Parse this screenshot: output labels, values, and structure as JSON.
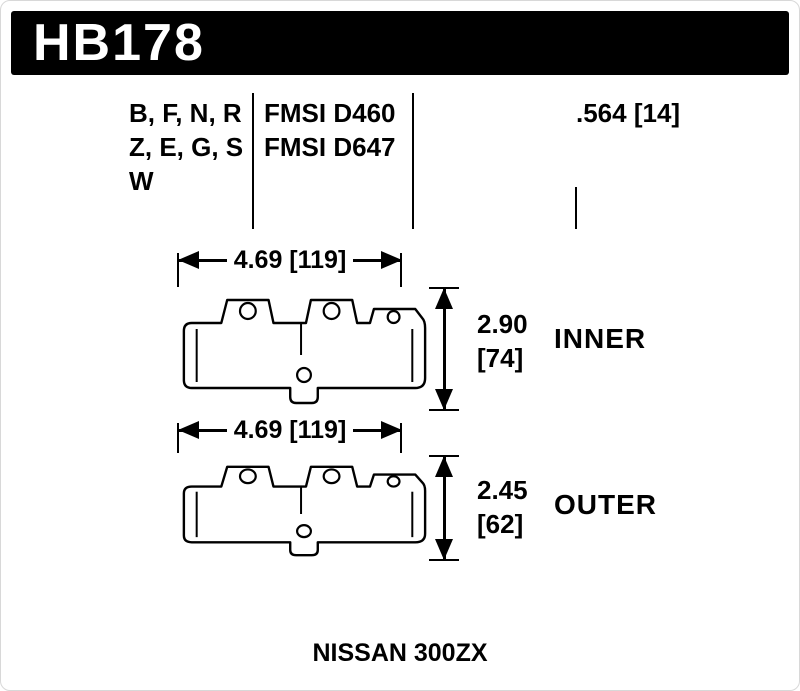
{
  "header": {
    "part_number": "HB178"
  },
  "spec_table": {
    "compound_rows": [
      "B, F, N, R",
      "Z, E, G, S",
      "W"
    ],
    "fmsi_rows": [
      "FMSI D460",
      "FMSI D647"
    ],
    "pad_thickness": ".564 [14]"
  },
  "diagrams": {
    "inner": {
      "width": "4.69 [119]",
      "thickness_in": "2.90",
      "thickness_mm": "[74]",
      "label": "INNER"
    },
    "outer": {
      "width": "4.69 [119]",
      "thickness_in": "2.45",
      "thickness_mm": "[62]",
      "label": "OUTER"
    }
  },
  "footer": {
    "application": "NISSAN 300ZX"
  },
  "colors": {
    "ink": "#000000",
    "header_bg": "#000000",
    "header_text": "#ffffff",
    "card_border": "#d8d8d8"
  }
}
